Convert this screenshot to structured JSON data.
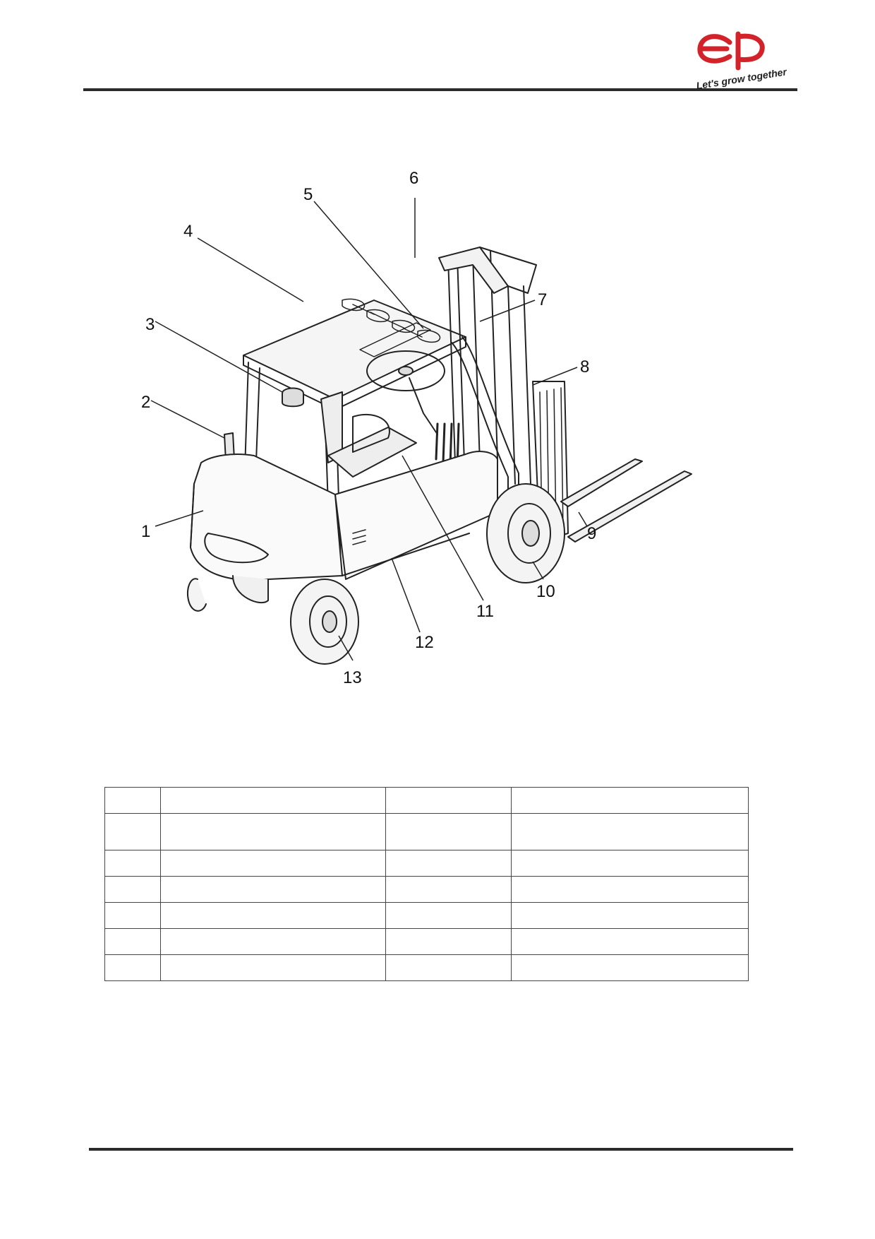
{
  "header": {
    "logo": {
      "icon": "ep-logo",
      "brand_color": "#d2232a",
      "mark": "EP",
      "tagline": "Let's grow together"
    }
  },
  "figure": {
    "labels": [
      "1",
      "2",
      "3",
      "4",
      "5",
      "6",
      "7",
      "8",
      "9",
      "10",
      "11",
      "12",
      "13"
    ]
  },
  "parts_table": {
    "rows": [
      [
        "",
        "",
        "",
        ""
      ],
      [
        "",
        "",
        "",
        ""
      ],
      [
        "",
        "",
        "",
        ""
      ],
      [
        "",
        "",
        "",
        ""
      ],
      [
        "",
        "",
        "",
        ""
      ],
      [
        "",
        "",
        "",
        ""
      ],
      [
        "",
        "",
        "",
        ""
      ]
    ]
  }
}
